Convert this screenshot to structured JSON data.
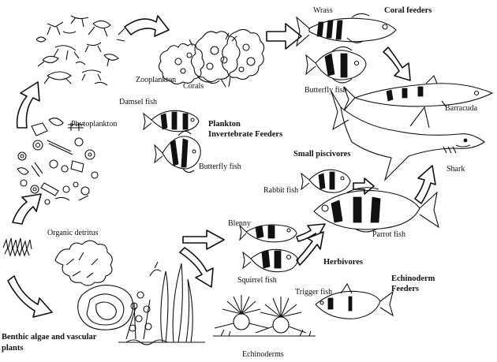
{
  "organisms": {
    "zooplankton": "Zooplankton",
    "corals": "Corals",
    "wrass": "Wrass",
    "butterfly_fish_top": "Butterfly fish",
    "barracuda": "Barracuda",
    "shark": "Shark",
    "damsel_fish": "Damsel fish",
    "phytoplankton": "Phytoplankton",
    "butterfly_fish_mid": "Butterfly fish",
    "rabbit_fish": "Rabbit fish",
    "organic_detritus": "Organic detritus",
    "blenny": "Blenny",
    "parrot_fish": "Parrot fish",
    "squirrel_fish": "Squirrel fish",
    "trigger_fish": "Trigger fish",
    "echinoderms": "Echinoderms"
  },
  "groups": {
    "coral_feeders": "Coral feeders",
    "plankton_line1": "Plankton",
    "plankton_line2": "Invertebrate Feeders",
    "small_piscivores": "Small piscivores",
    "herbivores": "Herbivores",
    "echinoderm_line1": "Echinoderm",
    "echinoderm_line2": "Feeders",
    "benthic_line1": "Benthic algae and vascular",
    "benthic_line2": "plants"
  }
}
